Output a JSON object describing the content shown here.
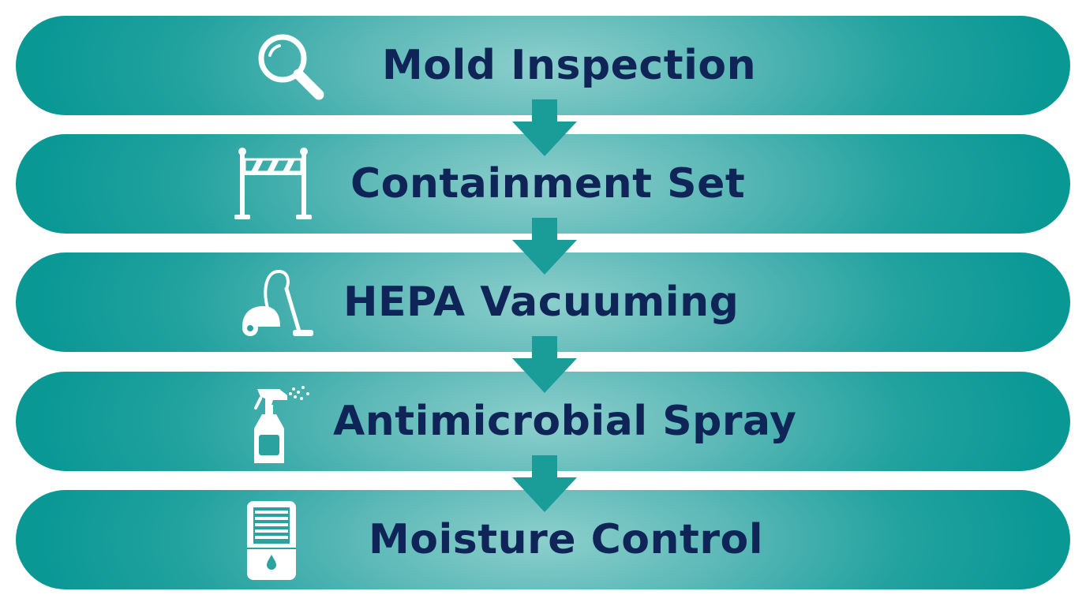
{
  "steps": [
    {
      "label": "Mold Inspection",
      "icon": "magnifying-glass-icon"
    },
    {
      "label": "Containment Set",
      "icon": "barrier-icon"
    },
    {
      "label": "HEPA Vacuuming",
      "icon": "vacuum-cleaner-icon"
    },
    {
      "label": "Antimicrobial Spray",
      "icon": "spray-bottle-icon"
    },
    {
      "label": "Moisture Control",
      "icon": "dehumidifier-icon"
    }
  ],
  "colors": {
    "band_edge": "#0a9895",
    "band_center": "#8dcfcd",
    "text": "#0f2557",
    "arrow": "#1a9c99",
    "icon": "#ffffff"
  }
}
